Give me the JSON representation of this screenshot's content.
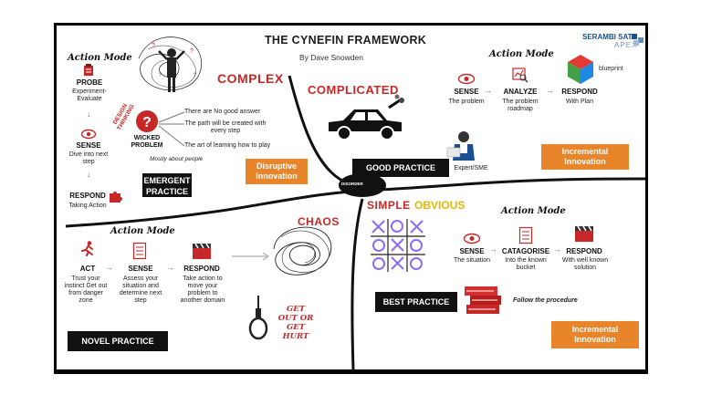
{
  "title": "THE CYNEFIN FRAMEWORK",
  "subtitle": "By Dave Snowden",
  "brand": {
    "line1": "SERAMBI SATU",
    "line2": "APEX"
  },
  "center_label": "DISORDER",
  "complex": {
    "title": "COMPLEX",
    "action_mode": "Action Mode",
    "probe": "PROBE",
    "probe_desc": "Experiment-Evaluate",
    "sense": "SENSE",
    "sense_desc": "Dive into next step",
    "respond": "RESPOND",
    "respond_desc": "Taking Action",
    "design_thinking": "DESIGN THINKING",
    "wicked_problem": "WICKED PROBLEM",
    "points": [
      "There are No good answer",
      "The path will be created with every step",
      "The art of learning how to play"
    ],
    "mostly_people": "Mostly about people",
    "practice": "EMERGENT PRACTICE",
    "innovation": "Disruptive Innovation"
  },
  "complicated": {
    "title": "COMPLICATED",
    "action_mode": "Action Mode",
    "sense": "SENSE",
    "sense_desc": "The problem",
    "analyze": "ANALYZE",
    "analyze_desc": "The problem roadmap",
    "respond": "RESPOND",
    "respond_desc": "With Plan",
    "blueprint": "blueprint",
    "expert": "Expert/SME",
    "practice": "GOOD PRACTICE",
    "innovation": "Incremental Innovation"
  },
  "chaos": {
    "title": "CHAOS",
    "action_mode": "Action Mode",
    "act": "ACT",
    "act_desc": "Trust your instinct Get out from danger zone",
    "sense": "SENSE",
    "sense_desc": "Assess your situation and determine next step",
    "respond": "RESPOND",
    "respond_desc": "Take action to move your problem to another domain",
    "warning": "GET OUT OR GET HURT",
    "practice": "NOVEL PRACTICE"
  },
  "simple": {
    "title": "SIMPLE",
    "title2": "OBVIOUS",
    "action_mode": "Action Mode",
    "sense": "SENSE",
    "sense_desc": "The situation",
    "categorise": "CATAGORISE",
    "categorise_desc": "Into the known bucket",
    "respond": "RESPOND",
    "respond_desc": "With well known solution",
    "practice": "BEST PRACTICE",
    "follow": "Follow the procedure",
    "innovation": "Incremental Innovation"
  },
  "colors": {
    "red": "#c62828",
    "orange": "#e8842a",
    "yellow": "#e6b800",
    "black": "#111111"
  }
}
